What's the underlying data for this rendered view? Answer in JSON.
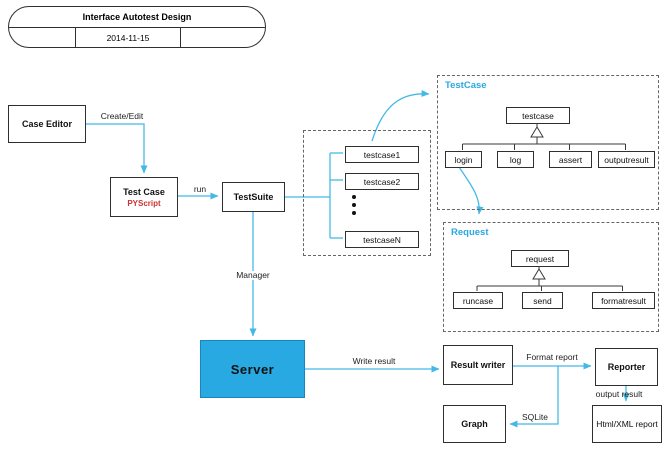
{
  "colors": {
    "connector_accent": "#45b9e6",
    "server_fill": "#29a9e1",
    "group_label_blue": "#29a9e1",
    "pyscript_red": "#cc3333",
    "line_black": "#3a3a3a"
  },
  "title_block": {
    "title": "Interface Autotest Design",
    "date": "2014-11-15"
  },
  "nodes": {
    "case_editor": "Case Editor",
    "test_case": "Test Case",
    "test_case_sub": "PYScript",
    "testsuite": "TestSuite",
    "testcase1": "testcase1",
    "testcase2": "testcase2",
    "testcase_n": "testcaseN",
    "server": "Server",
    "result_writer": "Result writer",
    "reporter": "Reporter",
    "graph": "Graph",
    "html_xml_report": "Html/XML report"
  },
  "edge_labels": {
    "create_edit": "Create/Edit",
    "run": "run",
    "manager": "Manager",
    "write_result": "Write result",
    "format_report": "Format report",
    "output_result": "output result",
    "sqlite": "SQLite"
  },
  "testcase_group": {
    "label": "TestCase",
    "parent": "testcase",
    "children": [
      "login",
      "log",
      "assert",
      "outputresult"
    ]
  },
  "request_group": {
    "label": "Request",
    "parent": "request",
    "children": [
      "runcase",
      "send",
      "formatresult"
    ]
  }
}
